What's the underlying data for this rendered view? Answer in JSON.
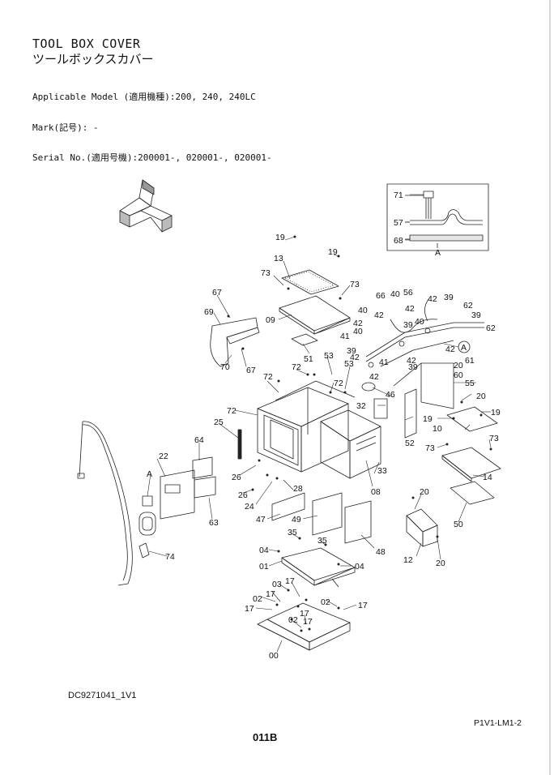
{
  "header": {
    "title_en": "TOOL BOX COVER",
    "title_jp": "ツールボックスカバー",
    "applicable_model": "Applicable Model (適用機種):200, 240, 240LC",
    "mark": "Mark(記号): -",
    "serial": "Serial No.(適用号機):200001-, 020001-, 020001-"
  },
  "detail_inset": {
    "label": "A",
    "parts": [
      "71",
      "57",
      "68"
    ]
  },
  "callouts": [
    {
      "n": "19"
    },
    {
      "n": "19"
    },
    {
      "n": "13"
    },
    {
      "n": "73"
    },
    {
      "n": "73"
    },
    {
      "n": "09"
    },
    {
      "n": "51"
    },
    {
      "n": "67"
    },
    {
      "n": "69"
    },
    {
      "n": "70"
    },
    {
      "n": "67"
    },
    {
      "n": "72"
    },
    {
      "n": "72"
    },
    {
      "n": "53"
    },
    {
      "n": "53"
    },
    {
      "n": "72"
    },
    {
      "n": "72"
    },
    {
      "n": "66"
    },
    {
      "n": "40"
    },
    {
      "n": "56"
    },
    {
      "n": "42"
    },
    {
      "n": "39"
    },
    {
      "n": "62"
    },
    {
      "n": "40"
    },
    {
      "n": "42"
    },
    {
      "n": "42"
    },
    {
      "n": "39"
    },
    {
      "n": "39"
    },
    {
      "n": "62"
    },
    {
      "n": "42"
    },
    {
      "n": "40"
    },
    {
      "n": "40"
    },
    {
      "n": "41"
    },
    {
      "n": "42"
    },
    {
      "n": "39"
    },
    {
      "n": "42"
    },
    {
      "n": "61"
    },
    {
      "n": "42"
    },
    {
      "n": "20"
    },
    {
      "n": "60"
    },
    {
      "n": "39"
    },
    {
      "n": "41"
    },
    {
      "n": "42"
    },
    {
      "n": "55"
    },
    {
      "n": "46"
    },
    {
      "n": "32"
    },
    {
      "n": "20"
    },
    {
      "n": "19"
    },
    {
      "n": "19"
    },
    {
      "n": "10"
    },
    {
      "n": "73"
    },
    {
      "n": "73"
    },
    {
      "n": "52"
    },
    {
      "n": "14"
    },
    {
      "n": "25"
    },
    {
      "n": "26"
    },
    {
      "n": "64"
    },
    {
      "n": "22"
    },
    {
      "n": "A"
    },
    {
      "n": "26"
    },
    {
      "n": "24"
    },
    {
      "n": "28"
    },
    {
      "n": "33"
    },
    {
      "n": "08"
    },
    {
      "n": "50"
    },
    {
      "n": "63"
    },
    {
      "n": "47"
    },
    {
      "n": "49"
    },
    {
      "n": "48"
    },
    {
      "n": "20"
    },
    {
      "n": "12"
    },
    {
      "n": "20"
    },
    {
      "n": "74"
    },
    {
      "n": "35"
    },
    {
      "n": "35"
    },
    {
      "n": "04"
    },
    {
      "n": "01"
    },
    {
      "n": "04"
    },
    {
      "n": "03"
    },
    {
      "n": "17"
    },
    {
      "n": "02"
    },
    {
      "n": "17"
    },
    {
      "n": "17"
    },
    {
      "n": "02"
    },
    {
      "n": "17"
    },
    {
      "n": "17"
    },
    {
      "n": "02"
    },
    {
      "n": "17"
    },
    {
      "n": "00"
    }
  ],
  "footer": {
    "doc_code": "DC9271041_1V1",
    "page_ref": "P1V1-LM1-2",
    "page_number": "011B"
  }
}
